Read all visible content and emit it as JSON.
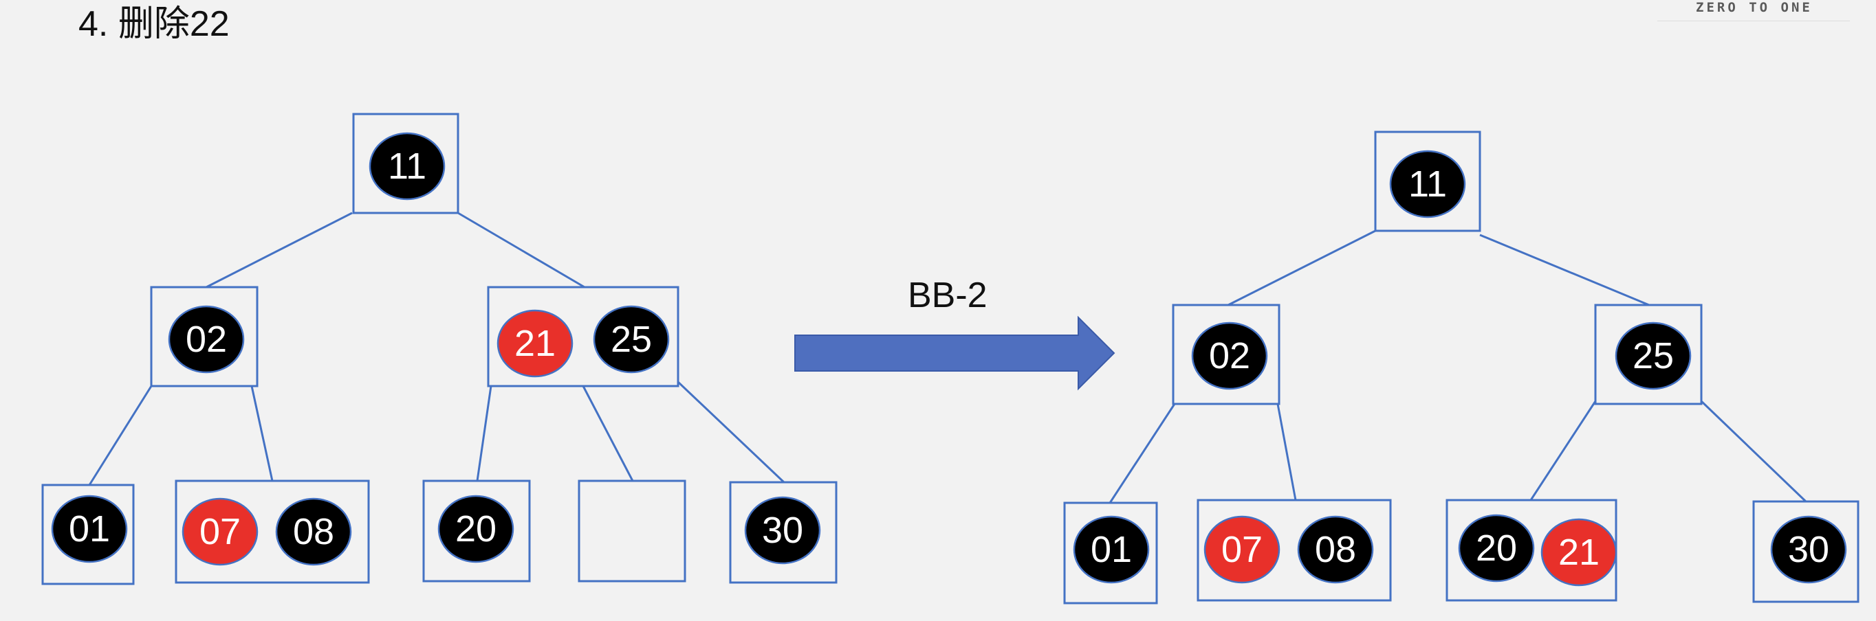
{
  "title": "4. 删除22",
  "logo_text": "ZERO TO ONE",
  "transform_label": "BB-2",
  "colors": {
    "background": "#f2f2f2",
    "line": "#4472c4",
    "black_node": "#000000",
    "red_node": "#e8302a",
    "arrow_fill": "#4f6fbf"
  },
  "trees": [
    {
      "name": "before",
      "nodes": [
        {
          "id": "b-root",
          "keys": [
            {
              "label": "11",
              "color": "black"
            }
          ]
        },
        {
          "id": "b-left",
          "keys": [
            {
              "label": "02",
              "color": "black"
            }
          ]
        },
        {
          "id": "b-right",
          "keys": [
            {
              "label": "21",
              "color": "red"
            },
            {
              "label": "25",
              "color": "black"
            }
          ]
        },
        {
          "id": "b-ll",
          "keys": [
            {
              "label": "01",
              "color": "black"
            }
          ]
        },
        {
          "id": "b-lr",
          "keys": [
            {
              "label": "07",
              "color": "red"
            },
            {
              "label": "08",
              "color": "black"
            }
          ]
        },
        {
          "id": "b-rl",
          "keys": [
            {
              "label": "20",
              "color": "black"
            }
          ]
        },
        {
          "id": "b-rm",
          "keys": []
        },
        {
          "id": "b-rr",
          "keys": [
            {
              "label": "30",
              "color": "black"
            }
          ]
        }
      ]
    },
    {
      "name": "after",
      "nodes": [
        {
          "id": "a-root",
          "keys": [
            {
              "label": "11",
              "color": "black"
            }
          ]
        },
        {
          "id": "a-left",
          "keys": [
            {
              "label": "02",
              "color": "black"
            }
          ]
        },
        {
          "id": "a-right",
          "keys": [
            {
              "label": "25",
              "color": "black"
            }
          ]
        },
        {
          "id": "a-ll",
          "keys": [
            {
              "label": "01",
              "color": "black"
            }
          ]
        },
        {
          "id": "a-lr",
          "keys": [
            {
              "label": "07",
              "color": "red"
            },
            {
              "label": "08",
              "color": "black"
            }
          ]
        },
        {
          "id": "a-rl",
          "keys": [
            {
              "label": "20",
              "color": "black"
            },
            {
              "label": "21",
              "color": "red"
            }
          ]
        },
        {
          "id": "a-rr",
          "keys": [
            {
              "label": "30",
              "color": "black"
            }
          ]
        }
      ]
    }
  ]
}
